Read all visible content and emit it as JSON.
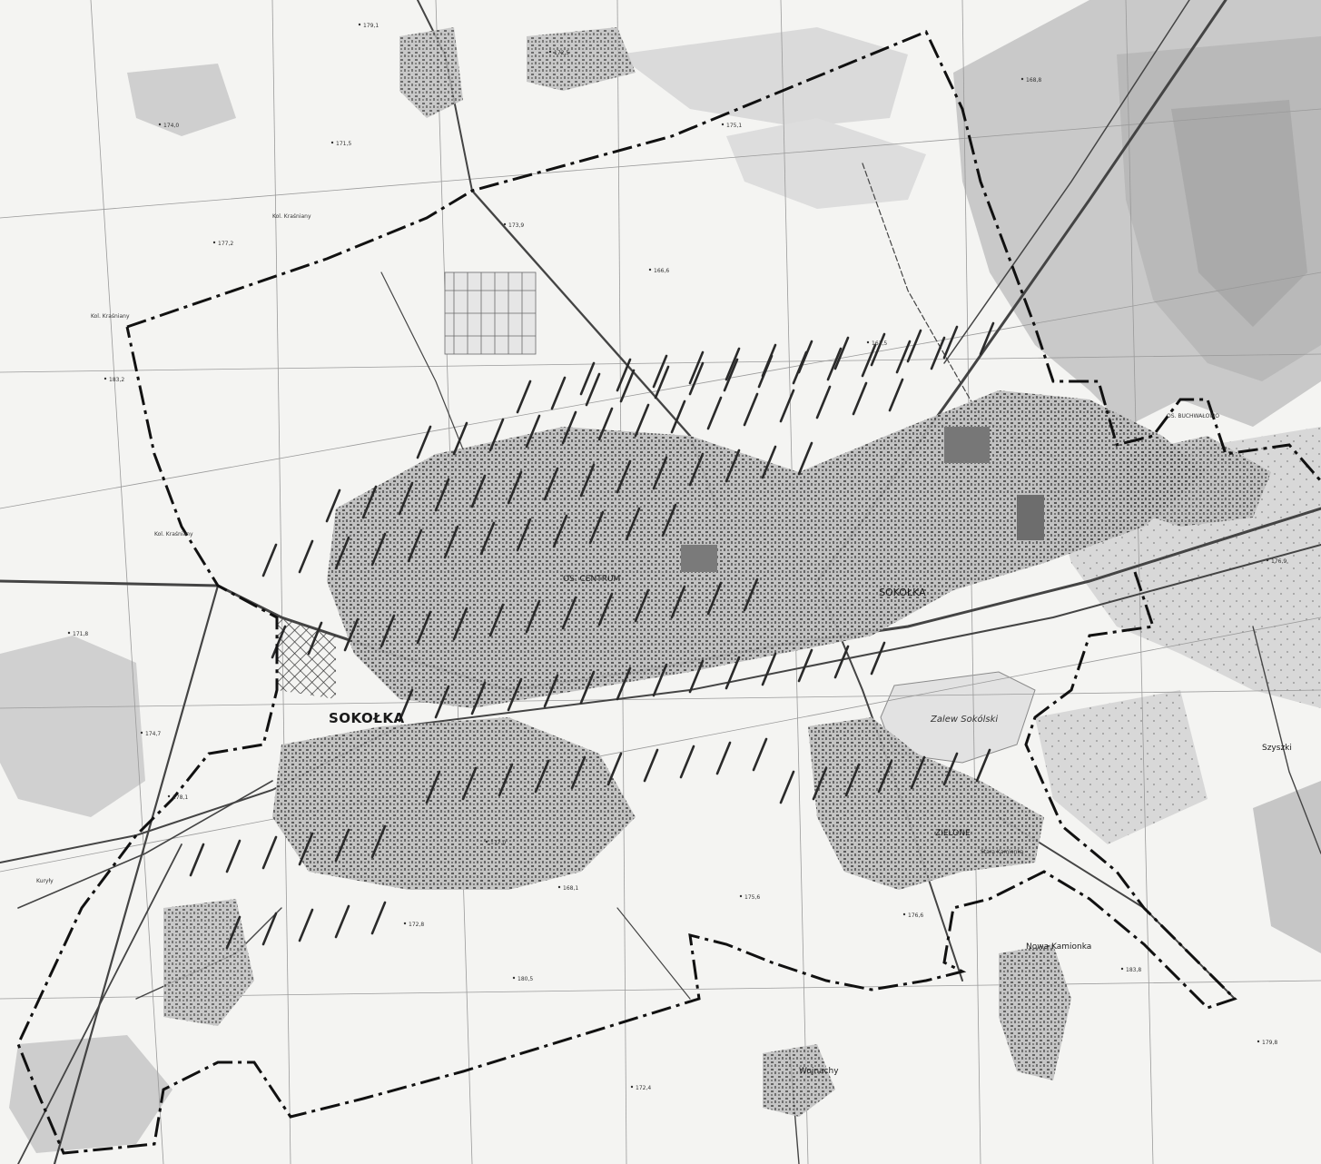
{
  "labels": {
    "city_main": "SOKOŁKA",
    "city_east": "SOKOŁKA",
    "centrum": "OS. CENTRUM",
    "zielone": "ZIELONE",
    "lake": "Zalew Sokólski",
    "nowa_kamionka": "Nowa Kamionka",
    "wojnachy": "Wojnachy",
    "szyszki": "Szyszki",
    "karolowe": "Kol. Kraśniany",
    "kol_krasniany_2": "Kol. Kraśniany",
    "kol_krasniany_3": "Kol. Kraśniany",
    "os_buchwaldowo": "OS. BUCHWAŁOWO",
    "kurzyny": "Kuryły",
    "starowlany": "Stara Kamionka"
  },
  "spot_heights": [
    "179,1",
    "172,5",
    "174,0",
    "171,5",
    "175,1",
    "168,8",
    "177,2",
    "173,9",
    "166,6",
    "161,5",
    "183,2",
    "176,9",
    "171,8",
    "174,7",
    "178,1",
    "177,0",
    "168,1",
    "172,8",
    "175,6",
    "176,6",
    "180,5",
    "183,8",
    "179,8",
    "172,4"
  ],
  "colors": {
    "paper": "#f4f4f2",
    "forest": "#cfcfcf",
    "forest_dark": "#a9a9a9",
    "boundary": "#111111",
    "urban": "#555555",
    "road": "#444444",
    "grid": "#9a9a9a"
  }
}
